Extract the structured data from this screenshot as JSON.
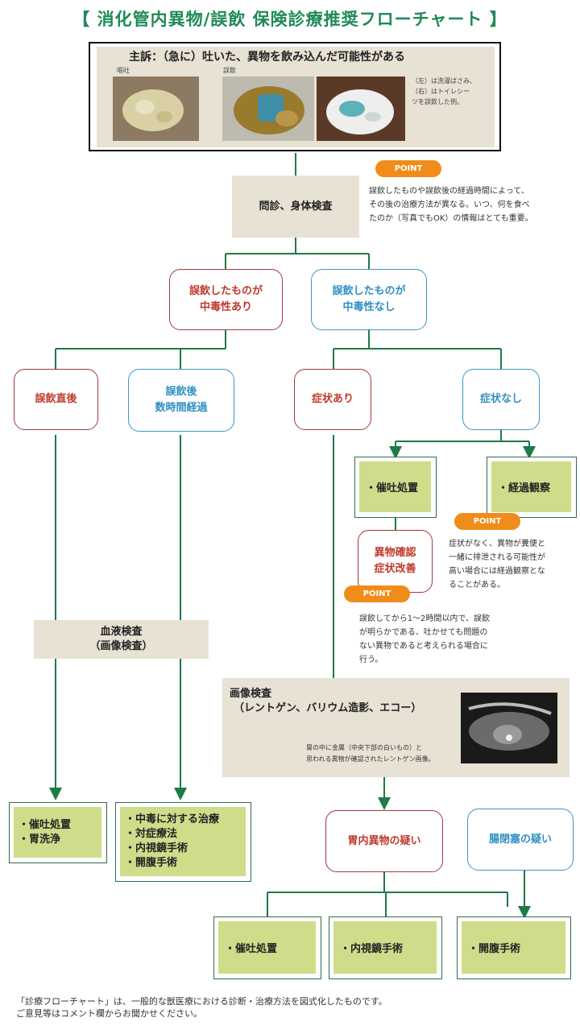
{
  "title": "【 消化管内異物/誤飲 保険診療推奨フローチャート 】",
  "complaint": {
    "text": "主訴：（急に）吐いた、異物を飲み込んだ可能性がある",
    "photo_label_vomit": "嘔吐",
    "photo_label_ingest": "誤飲",
    "caption": [
      "（左）は洗濯ばさみ、",
      "（右）はトイレシー",
      "ツを誤飲した例。"
    ]
  },
  "exam": "問診、身体検査",
  "point_label": "POINT",
  "point1": [
    "誤飲したものや誤飲後の経過時間によって、",
    "その後の治療方法が異なる。いつ、何を食べ",
    "たのか（写真でもOK）の情報はとても重要。"
  ],
  "toxic_yes": [
    "誤飲したものが",
    "中毒性あり"
  ],
  "toxic_no": [
    "誤飲したものが",
    "中毒性なし"
  ],
  "immediate": "誤飲直後",
  "hours_after": [
    "誤飲後",
    "数時間経過"
  ],
  "symptoms_yes": "症状あり",
  "symptoms_no": "症状なし",
  "emesis": "・催吐処置",
  "observe": "・経過観察",
  "point2": [
    "症状がなく、異物が糞便と",
    "一緒に排泄される可能性が",
    "高い場合には経過観察とな",
    "ることがある。"
  ],
  "confirm": [
    "異物確認",
    "症状改善"
  ],
  "point3": [
    "誤飲してから1～2時間以内で、誤飲",
    "が明らかである、吐かせても問題の",
    "ない異物であると考えられる場合に",
    "行う。"
  ],
  "blood": [
    "血液検査",
    "（画像検査）"
  ],
  "imaging": {
    "title": "画像検査",
    "subtitle": "（レントゲン、バリウム造影、エコー）",
    "caption": [
      "胃の中に金属（中央下部の白いもの）と",
      "思われる異物が確認されたレントゲン画像。"
    ]
  },
  "treat_a": [
    "・催吐処置",
    "・胃洗浄"
  ],
  "treat_b": [
    "・中毒に対する治療",
    "・対症療法",
    "・内視鏡手術",
    "・開腹手術"
  ],
  "gastric": "胃内異物の疑い",
  "ileus": "腸閉塞の疑い",
  "final1": "・催吐処置",
  "final2": "・内視鏡手術",
  "final3": "・開腹手術",
  "footer": [
    "「診療フローチャート」は、一般的な獣医療における診断・治療方法を図式化したものです。",
    "ご意見等はコメント欄からお聞かせください。"
  ]
}
